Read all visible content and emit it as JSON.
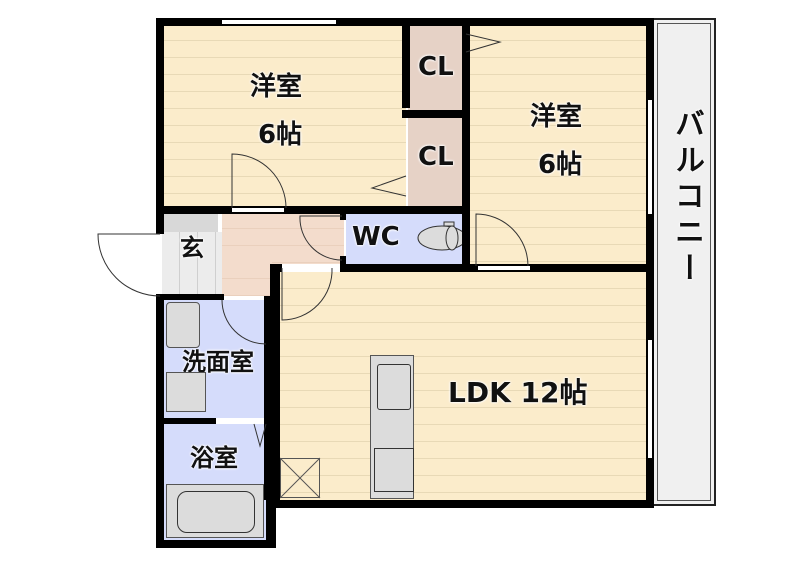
{
  "floor_plan": {
    "rooms": {
      "western_room_1": {
        "name": "洋室",
        "size": "6帖"
      },
      "western_room_2": {
        "name": "洋室",
        "size": "6帖"
      },
      "closet_1": {
        "name": "CL"
      },
      "closet_2": {
        "name": "CL"
      },
      "toilet": {
        "name": "WC"
      },
      "entrance": {
        "name": "玄"
      },
      "washroom": {
        "name": "洗面室"
      },
      "bathroom": {
        "name": "浴室"
      },
      "ldk": {
        "name": "LDK 12帖"
      },
      "balcony": {
        "name": "バルコニー"
      }
    },
    "colors": {
      "wood_floor": "#fbeccb",
      "hall_floor": "#f3dccc",
      "closet_floor": "#e6d2c6",
      "wet_area_floor": "#d5dcfb",
      "entrance_floor": "#ececec",
      "balcony_floor": "#f0f0f0",
      "wall": "#000000"
    }
  }
}
